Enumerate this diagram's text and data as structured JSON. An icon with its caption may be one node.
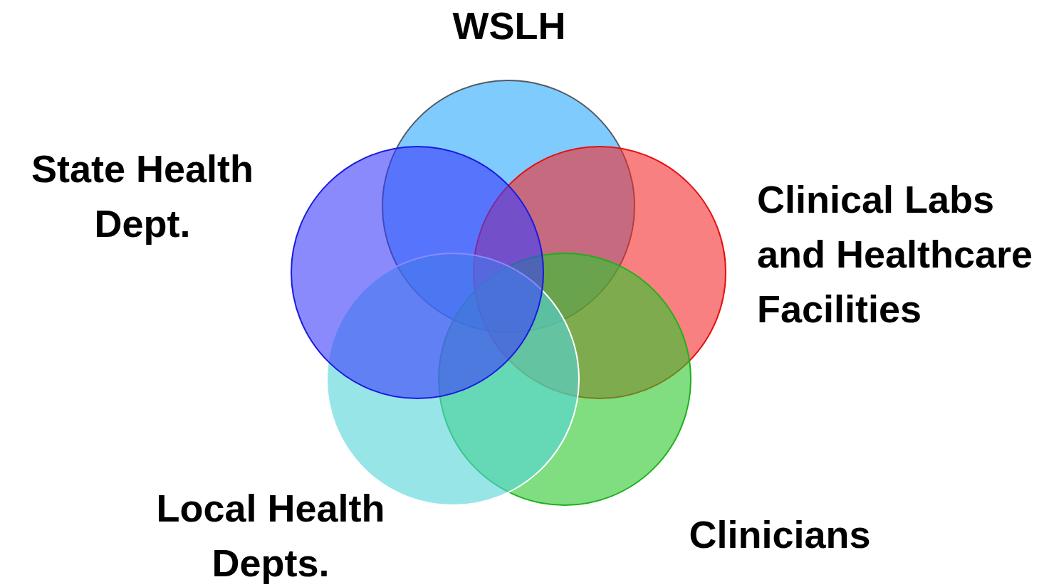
{
  "diagram": {
    "nodes": [
      {
        "text": [
          "WSLH"
        ]
      },
      {
        "text": [
          "Clinical Labs and Healthcare Facilities"
        ]
      },
      {
        "text": [
          "Clinicians"
        ]
      },
      {
        "text": [
          "Local Health Depts."
        ]
      },
      {
        "text": [
          "State Health Dept."
        ]
      }
    ]
  }
}
